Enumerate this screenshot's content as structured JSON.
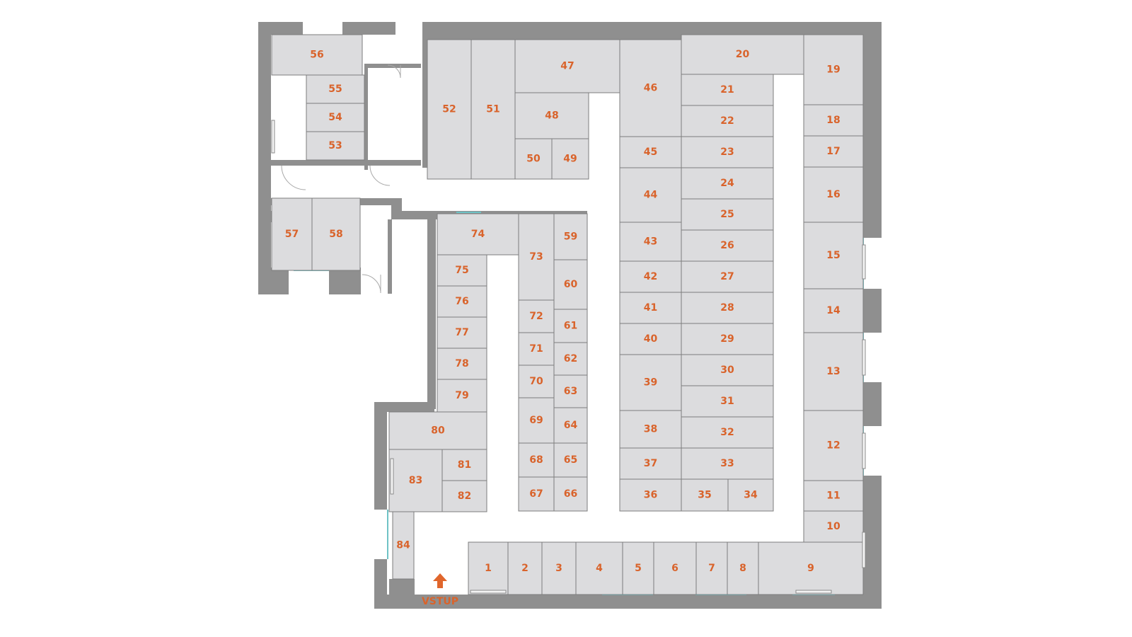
{
  "entrance_label": "VSTUP",
  "units": [
    "1",
    "2",
    "3",
    "4",
    "5",
    "6",
    "7",
    "8",
    "9",
    "10",
    "11",
    "12",
    "13",
    "14",
    "15",
    "16",
    "17",
    "18",
    "19",
    "20",
    "21",
    "22",
    "23",
    "24",
    "25",
    "26",
    "27",
    "28",
    "29",
    "30",
    "31",
    "32",
    "33",
    "34",
    "35",
    "36",
    "37",
    "38",
    "39",
    "40",
    "41",
    "42",
    "43",
    "44",
    "45",
    "46",
    "47",
    "48",
    "49",
    "50",
    "51",
    "52",
    "53",
    "54",
    "55",
    "56",
    "57",
    "58",
    "59",
    "60",
    "61",
    "62",
    "63",
    "64",
    "65",
    "66",
    "67",
    "68",
    "69",
    "70",
    "71",
    "72",
    "73",
    "74",
    "75",
    "76",
    "77",
    "78",
    "79",
    "80",
    "81",
    "82",
    "83",
    "84"
  ],
  "colors": {
    "unit_fill": "#dcdcde",
    "wall": "#8f8f8f",
    "label": "#d9632b",
    "window": "#6fc3c6"
  }
}
